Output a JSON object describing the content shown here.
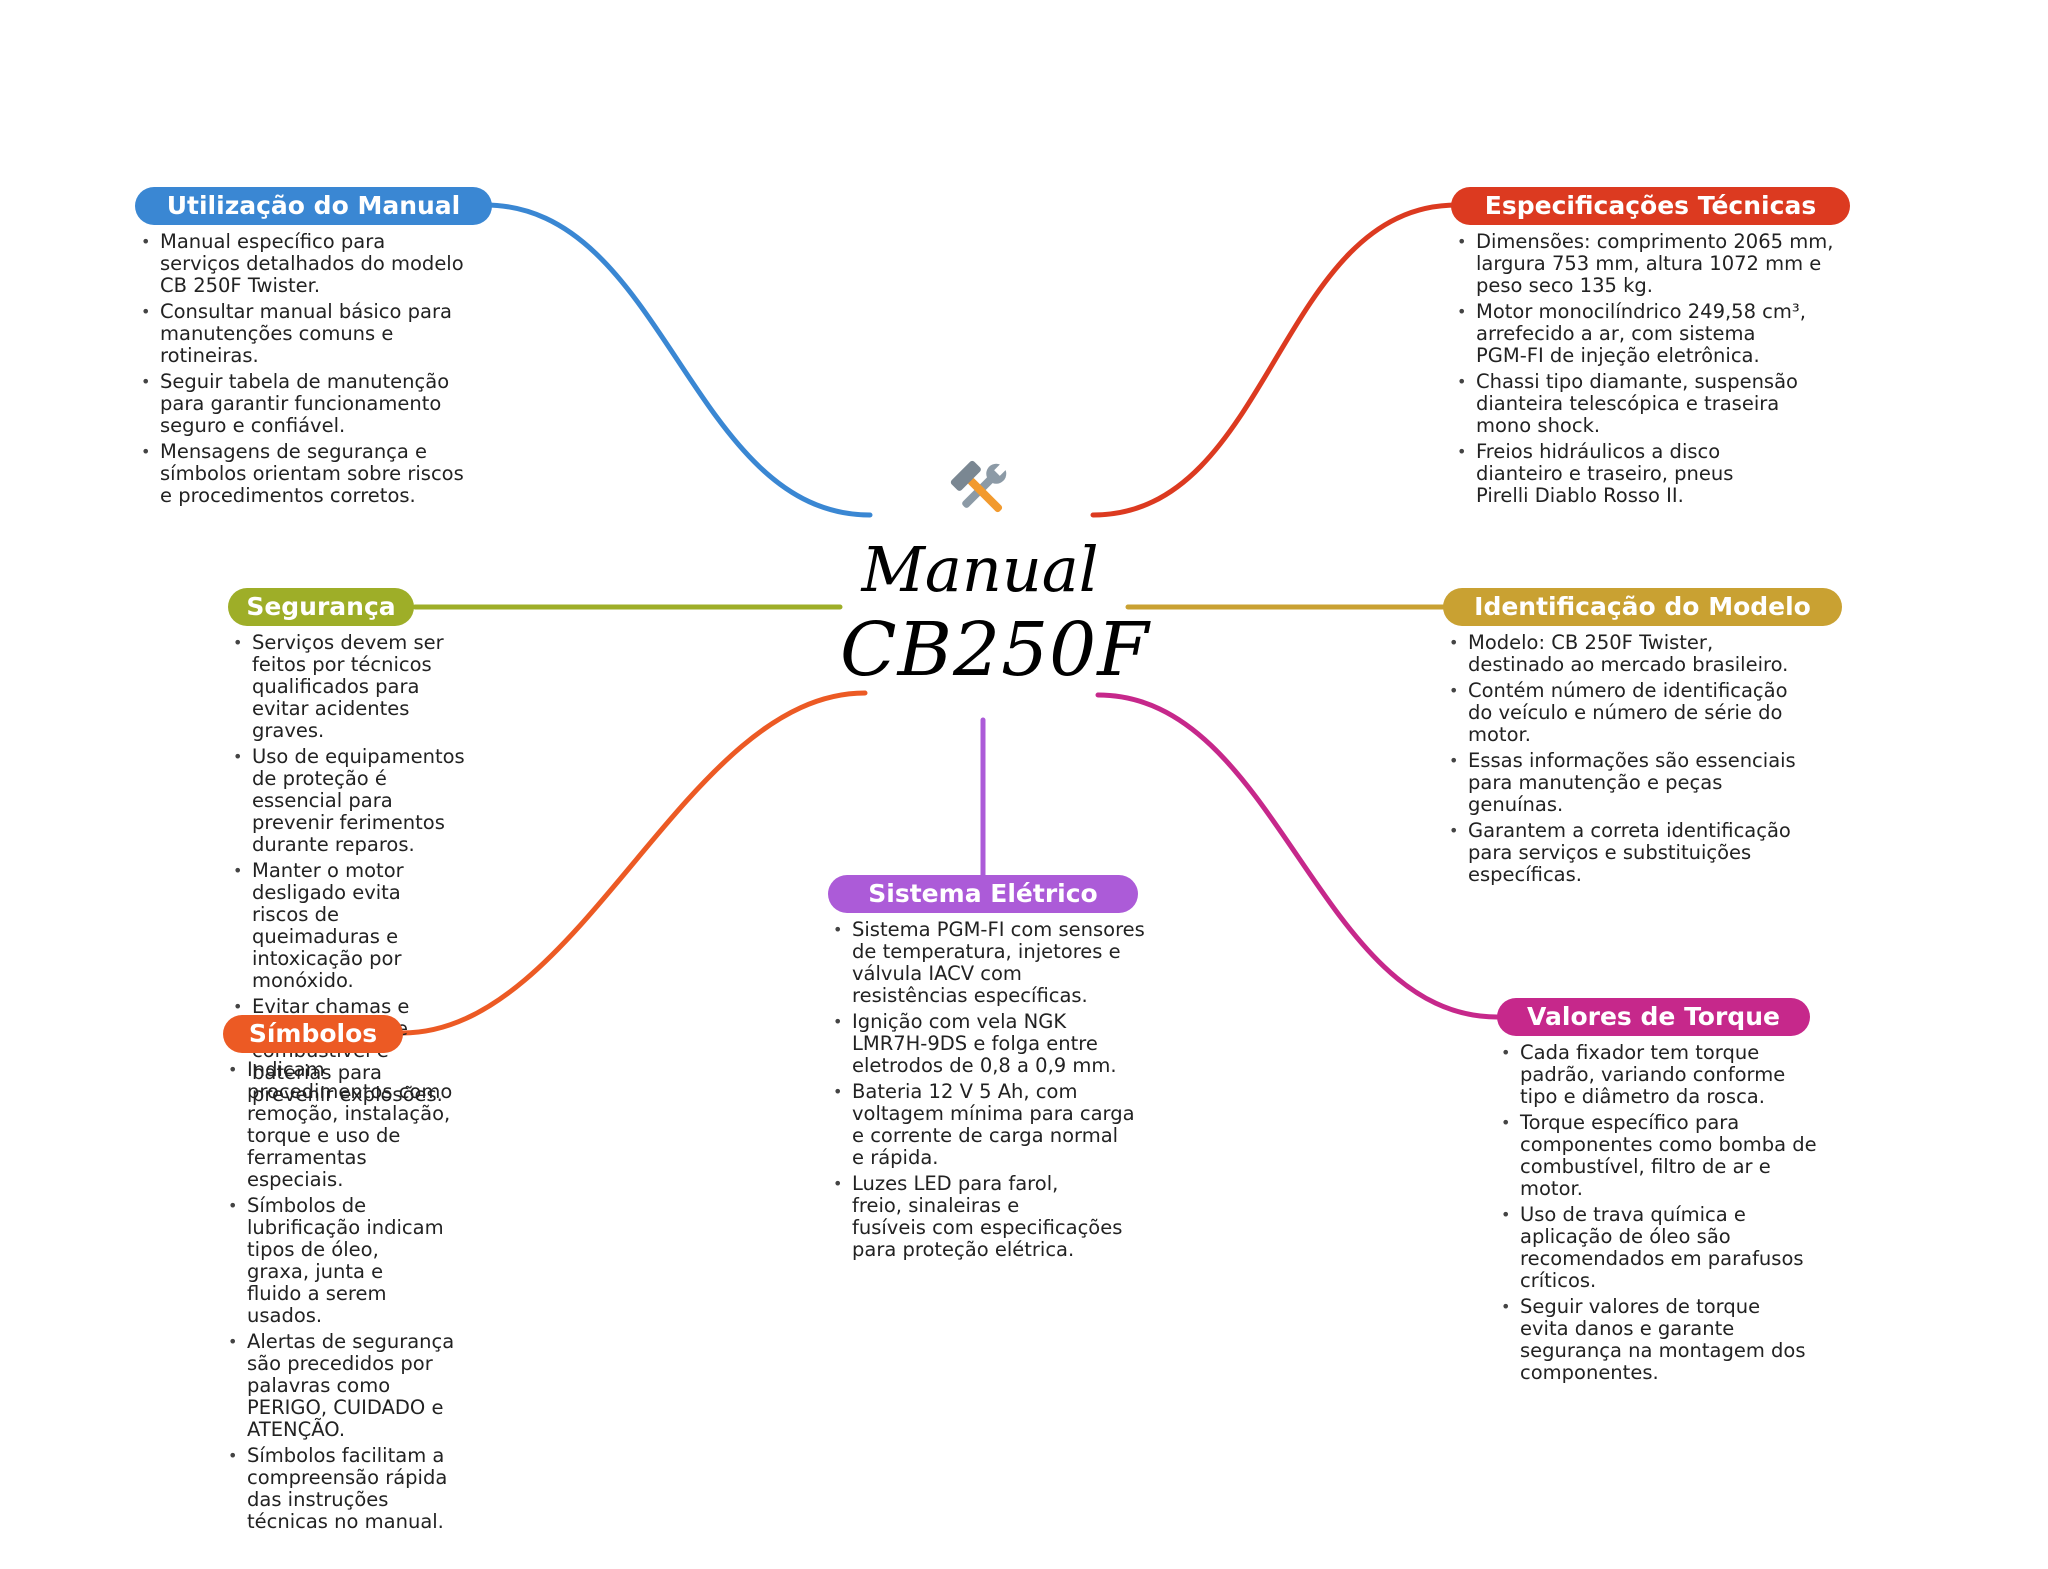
{
  "center": {
    "line1": "Manual",
    "line2": "CB250F",
    "icon": "hammer-wrench-icon"
  },
  "colors": {
    "utilizacao": "#3a87d3",
    "especificacoes": "#dc3a20",
    "seguranca": "#9eae28",
    "identificacao": "#c9a132",
    "simbolos": "#ec5a24",
    "eletrico": "#ac5bd8",
    "torque": "#c6288b"
  },
  "branches": {
    "utilizacao": {
      "label": "Utilização do Manual",
      "bullets": [
        "Manual específico para\nserviços detalhados do modelo\nCB 250F Twister.",
        "Consultar manual básico para\nmanutenções comuns e\nrotineiras.",
        "Seguir tabela de manutenção\npara garantir funcionamento\nseguro e confiável.",
        "Mensagens de segurança e\nsímbolos orientam sobre riscos\ne procedimentos corretos."
      ]
    },
    "especificacoes": {
      "label": "Especificações Técnicas",
      "bullets": [
        "Dimensões: comprimento 2065 mm,\nlargura 753 mm, altura 1072 mm e\npeso seco 135 kg.",
        "Motor monocilíndrico 249,58 cm³,\narrefecido a ar, com sistema\nPGM-FI de injeção eletrônica.",
        "Chassi tipo diamante, suspensão\ndianteira telescópica e traseira\nmono shock.",
        "Freios hidráulicos a disco\ndianteiro e traseiro, pneus\nPirelli Diablo Rosso II."
      ]
    },
    "seguranca": {
      "label": "Segurança",
      "bullets": [
        "Serviços devem ser\nfeitos por técnicos\nqualificados para\nevitar acidentes\ngraves.",
        "Uso de equipamentos\nde proteção é\nessencial para\nprevenir ferimentos\ndurante reparos.",
        "Manter o motor\ndesligado evita\nriscos de\nqueimaduras e\nintoxicação por\nmonóxido.",
        "Evitar chamas e\nfaíscas perto de\ncombustível e\nbaterias para\nprevenir explosões."
      ]
    },
    "identificacao": {
      "label": "Identificação do Modelo",
      "bullets": [
        "Modelo: CB 250F Twister,\ndestinado ao mercado brasileiro.",
        "Contém número de identificação\ndo veículo e número de série do\nmotor.",
        "Essas informações são essenciais\npara manutenção e peças\ngenuínas.",
        "Garantem a correta identificação\npara serviços e substituições\nespecíficas."
      ]
    },
    "simbolos": {
      "label": "Símbolos",
      "bullets": [
        "Indicam\nprocedimentos como\nremoção, instalação,\ntorque e uso de\nferramentas\nespeciais.",
        "Símbolos de\nlubrificação indicam\ntipos de óleo,\ngraxa, junta e\nfluido a serem\nusados.",
        "Alertas de segurança\nsão precedidos por\npalavras como\nPERIGO, CUIDADO e\nATENÇÃO.",
        "Símbolos facilitam a\ncompreensão rápida\ndas instruções\ntécnicas no manual."
      ]
    },
    "eletrico": {
      "label": "Sistema Elétrico",
      "bullets": [
        "Sistema PGM-FI com sensores\nde temperatura, injetores e\nválvula IACV com\nresistências específicas.",
        "Ignição com vela NGK\nLMR7H-9DS e folga entre\neletrodos de 0,8 a 0,9 mm.",
        "Bateria 12 V 5 Ah, com\nvoltagem mínima para carga\ne corrente de carga normal\ne rápida.",
        "Luzes LED para farol,\nfreio, sinaleiras e\nfusíveis com especificações\npara proteção elétrica."
      ]
    },
    "torque": {
      "label": "Valores de Torque",
      "bullets": [
        "Cada fixador tem torque\npadrão, variando conforme\ntipo e diâmetro da rosca.",
        "Torque específico para\ncomponentes como bomba de\ncombustível, filtro de ar e\nmotor.",
        "Uso de trava química e\naplicação de óleo são\nrecomendados em parafusos\ncríticos.",
        "Seguir valores de torque\nevita danos e garante\nsegurança na montagem dos\ncomponentes."
      ]
    }
  }
}
